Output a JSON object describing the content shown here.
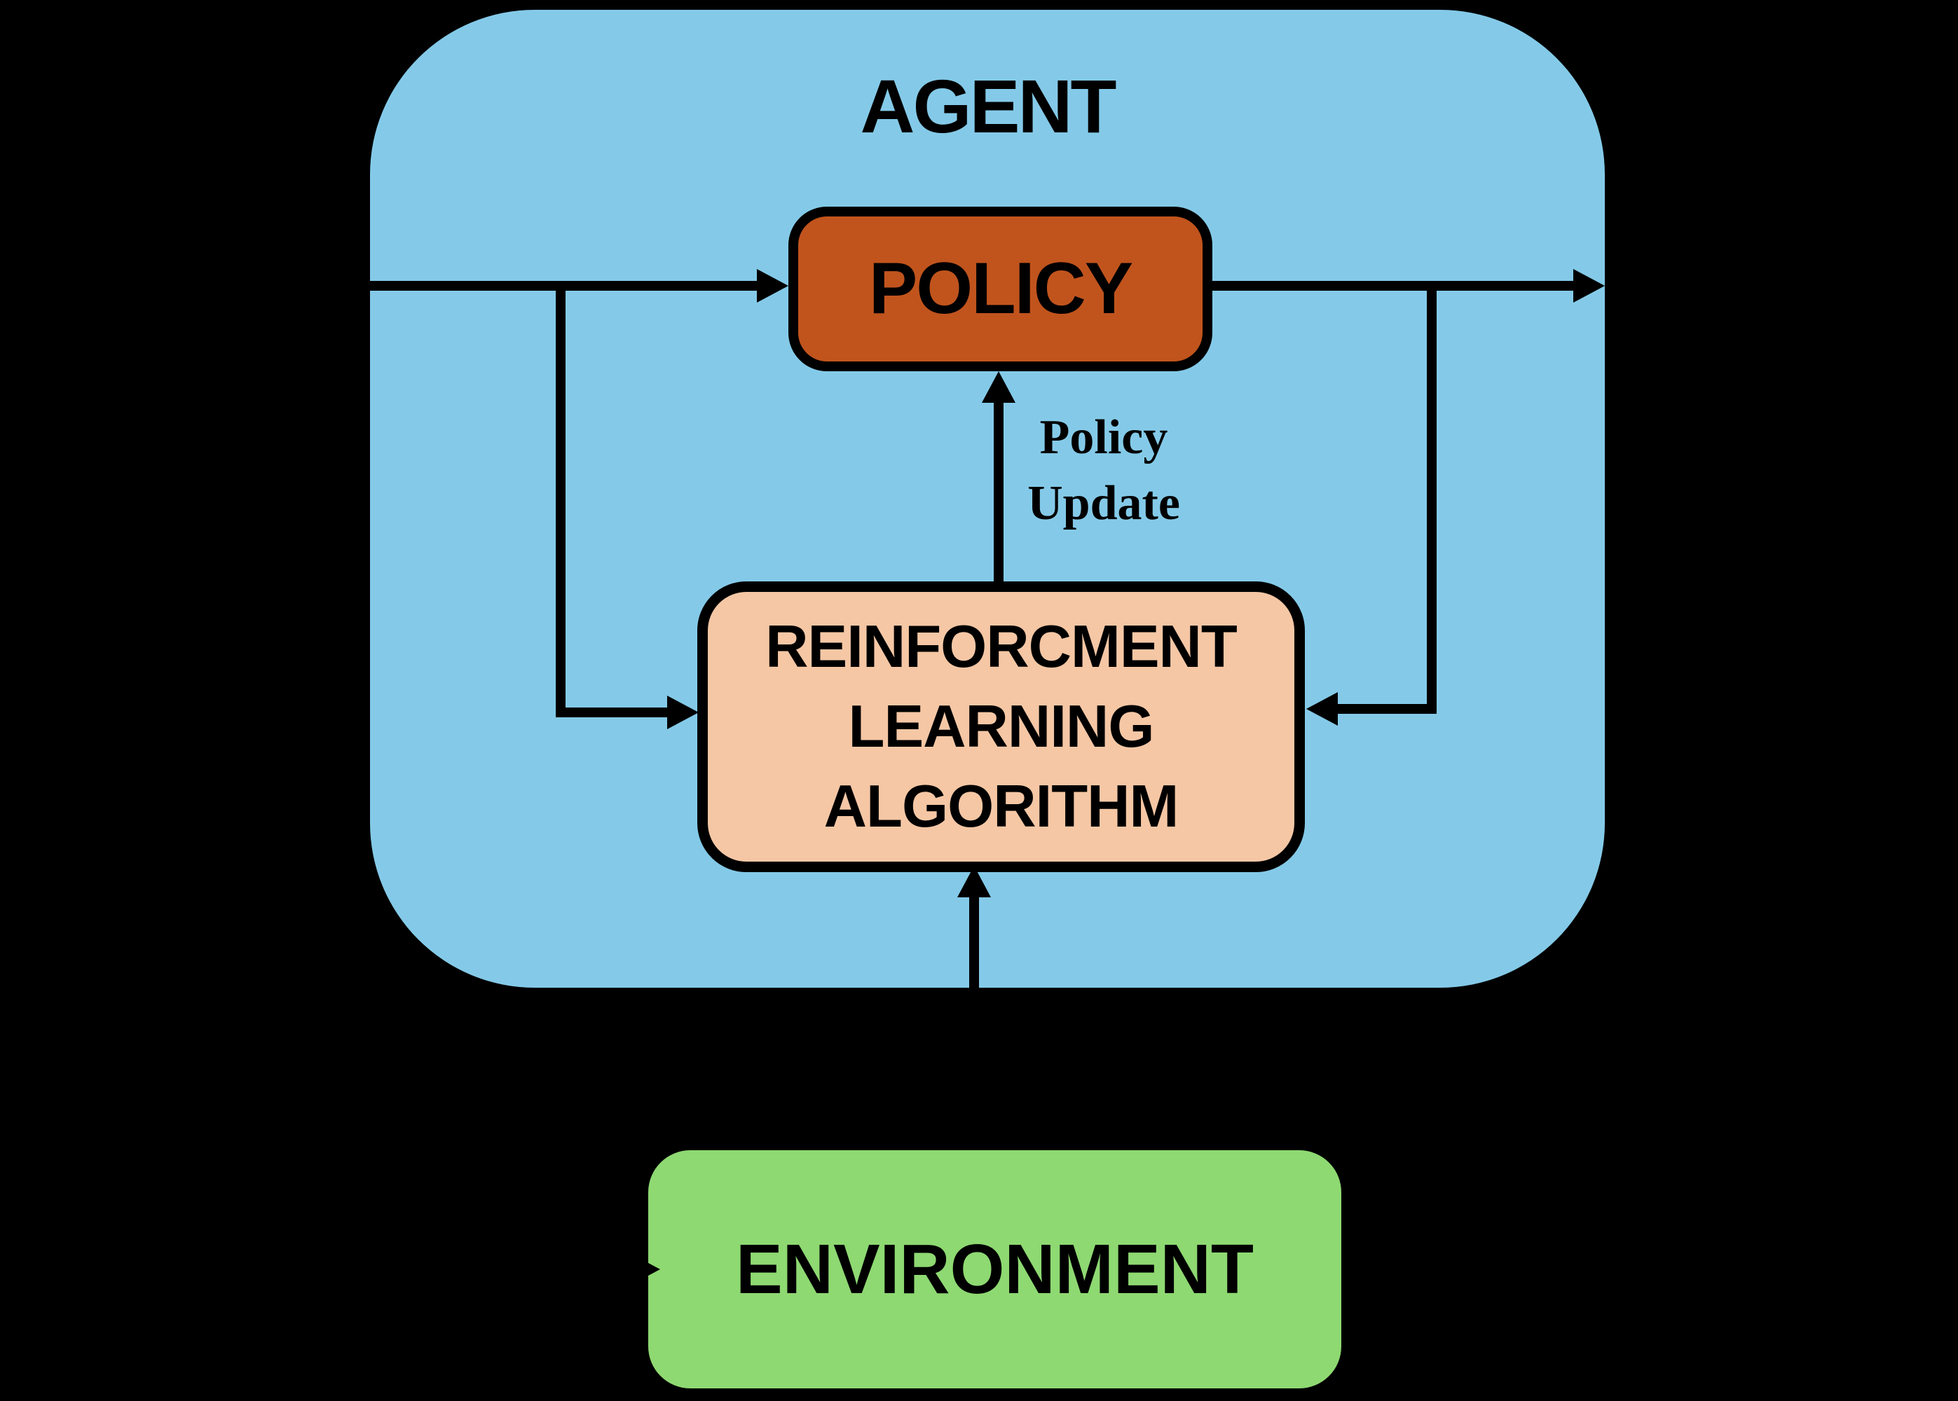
{
  "colors": {
    "background": "#000000",
    "agent_fill": "#84CAE8",
    "policy_fill": "#C1541D",
    "rl_fill": "#F5C7A5",
    "environment_fill": "#8ED972",
    "connector": "#000000",
    "text": "#000000"
  },
  "agent": {
    "title": "AGENT"
  },
  "policy": {
    "label": "POLICY"
  },
  "policy_update": {
    "line1": "Policy",
    "line2": "Update"
  },
  "rl_algorithm": {
    "line1": "REINFORCMENT",
    "line2": "LEARNING",
    "line3": "ALGORITHM"
  },
  "environment": {
    "label": "ENVIRONMENT"
  }
}
